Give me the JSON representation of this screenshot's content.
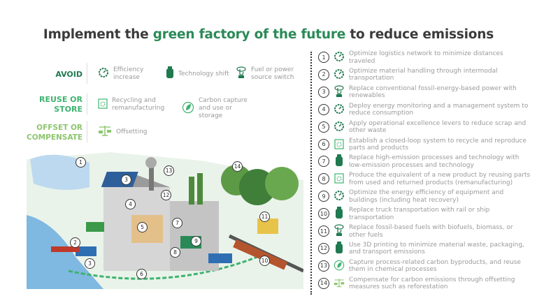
{
  "title": {
    "prefix": "Implement the ",
    "highlight": "green factory of the future",
    "suffix": " to reduce emissions"
  },
  "colors": {
    "avoid": "#1f7a4f",
    "reuse": "#3db36f",
    "offset": "#8cc66c",
    "title": "#3b3b3b"
  },
  "legend": [
    {
      "category": "AVOID",
      "items": [
        {
          "icon": "gear-gauge-icon",
          "label": "Efficiency increase"
        },
        {
          "icon": "gas-tank-icon",
          "label": "Technology shift"
        },
        {
          "icon": "hand-switch-icon",
          "label": "Fuel or power source switch"
        }
      ]
    },
    {
      "category": "REUSE OR STORE",
      "items": [
        {
          "icon": "recycle-bin-icon",
          "label": "Recycling and remanufacturing"
        },
        {
          "icon": "leaf-capture-icon",
          "label": "Carbon capture and use or storage"
        }
      ]
    },
    {
      "category": "OFFSET OR COMPENSATE",
      "items": [
        {
          "icon": "scale-icon",
          "label": "Offsetting"
        }
      ]
    }
  ],
  "measures": [
    {
      "num": "1",
      "icon": "gear-gauge-icon",
      "text": "Optimize logistics network to minimize distances traveled"
    },
    {
      "num": "2",
      "icon": "gear-gauge-icon",
      "text": "Optimize material handling through intermodal transportation"
    },
    {
      "num": "3",
      "icon": "hand-switch-icon",
      "text": "Replace conventional fossil-energy-based power with renewables"
    },
    {
      "num": "4",
      "icon": "gear-gauge-icon",
      "text": "Deploy energy monitoring and a management system to reduce consumption"
    },
    {
      "num": "5",
      "icon": "gear-gauge-icon",
      "text": "Apply operational excellence levers to reduce scrap and other waste"
    },
    {
      "num": "6",
      "icon": "recycle-bin-icon",
      "text": "Establish a closed-loop system to recycle and reproduce parts and products"
    },
    {
      "num": "7",
      "icon": "gas-tank-icon",
      "text": "Replace high-emission processes and technology with low-emission processes and technology"
    },
    {
      "num": "8",
      "icon": "recycle-bin-icon",
      "text": "Produce the equivalent of a new product by reusing parts from used and returned products (remanufacturing)"
    },
    {
      "num": "9",
      "icon": "gear-gauge-icon",
      "text": "Optimize the energy efficiency of equipment and buildings (including heat recovery)"
    },
    {
      "num": "10",
      "icon": "gas-tank-icon",
      "text": "Replace truck transportation with rail or ship transportation"
    },
    {
      "num": "11",
      "icon": "hand-switch-icon",
      "text": "Replace fossil-based fuels with biofuels, biomass, or other fuels"
    },
    {
      "num": "12",
      "icon": "gas-tank-icon",
      "text": "Use 3D printing to minimize material waste, packaging, and transport emissions"
    },
    {
      "num": "13",
      "icon": "leaf-capture-icon",
      "text": "Capture process-related carbon byproducts, and reuse them in chemical processes"
    },
    {
      "num": "14",
      "icon": "scale-icon",
      "text": "Compensate for carbon emissions through offsetting measures such as reforestation"
    }
  ],
  "illustration": {
    "markers": [
      "1",
      "2",
      "3",
      "3",
      "4",
      "5",
      "6",
      "7",
      "8",
      "9",
      "10",
      "11",
      "12",
      "13",
      "14"
    ]
  }
}
